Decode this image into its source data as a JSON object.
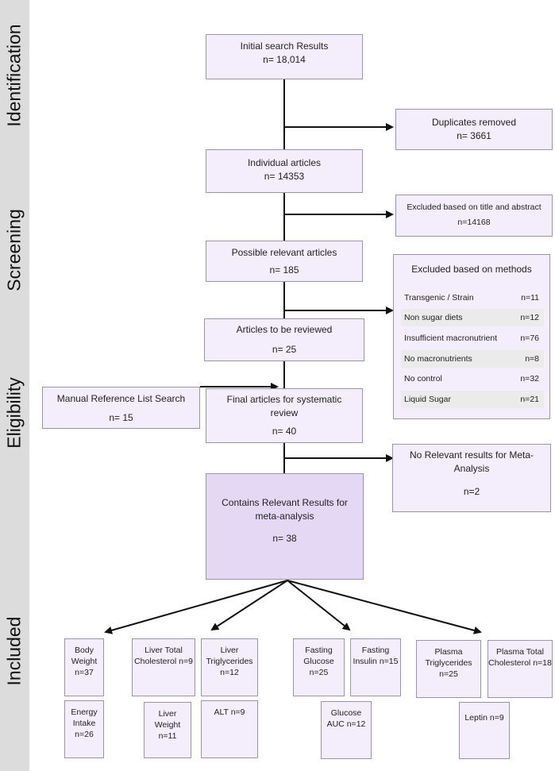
{
  "stages": {
    "identification": "Identification",
    "screening": "Screening",
    "eligibility": "Eligibility",
    "included": "Included"
  },
  "boxes": {
    "initial": {
      "title": "Initial search Results",
      "n": "n= 18,014"
    },
    "duplicates": {
      "title": "Duplicates removed",
      "n": "n= 3661"
    },
    "individual": {
      "title": "Individual articles",
      "n": "n= 14353"
    },
    "excluded_title": {
      "title": "Excluded based on title and abstract",
      "n": "n=14168"
    },
    "possible": {
      "title": "Possible relevant articles",
      "n": "n= 185"
    },
    "to_review": {
      "title": "Articles to be reviewed",
      "n": "n= 25"
    },
    "manual": {
      "title": "Manual Reference List Search",
      "n": "n= 15"
    },
    "final": {
      "title_1": "Final articles for systematic",
      "title_2": "review",
      "n": "n= 40"
    },
    "no_relevant": {
      "title_1": "No Relevant results for Meta-",
      "title_2": "Analysis",
      "n": "n=2"
    },
    "contains": {
      "title_1": "Contains Relevant Results for",
      "title_2": "meta-analysis",
      "n": "n= 38"
    }
  },
  "excluded_methods": {
    "title": "Excluded based on methods",
    "rows": [
      {
        "label": "Transgenic / Strain",
        "n": "n=11"
      },
      {
        "label": "Non sugar diets",
        "n": "n=12"
      },
      {
        "label": "Insufficient macronutrient",
        "n": "n=76"
      },
      {
        "label": "No macronutrients",
        "n": "n=8"
      },
      {
        "label": "No control",
        "n": "n=32"
      },
      {
        "label": "Liquid Sugar",
        "n": "n=21"
      }
    ]
  },
  "outcomes": [
    {
      "l1": "Body",
      "l2": "Weight",
      "n": "n=37"
    },
    {
      "l1": "Energy",
      "l2": "Intake",
      "n": "n=26"
    },
    {
      "l1": "Liver Total",
      "l2": "Cholesterol",
      "n": "n=9"
    },
    {
      "l1": "Liver",
      "l2": "Weight",
      "n": "n=11"
    },
    {
      "l1": "Liver",
      "l2": "Triglycerides",
      "n": "n=12"
    },
    {
      "l1": "ALT",
      "l2": "",
      "n": "n=9"
    },
    {
      "l1": "Fasting",
      "l2": "Glucose",
      "n": "n=25"
    },
    {
      "l1": "Fasting",
      "l2": "Insulin",
      "n": "n=15"
    },
    {
      "l1": "Glucose",
      "l2": "AUC",
      "n": "n=12"
    },
    {
      "l1": "Plasma",
      "l2": "Triglycerides",
      "n": "n=25"
    },
    {
      "l1": "Plasma Total",
      "l2": "Cholesterol",
      "n": "n=18"
    },
    {
      "l1": "Leptin",
      "l2": "",
      "n": "n=9"
    }
  ]
}
